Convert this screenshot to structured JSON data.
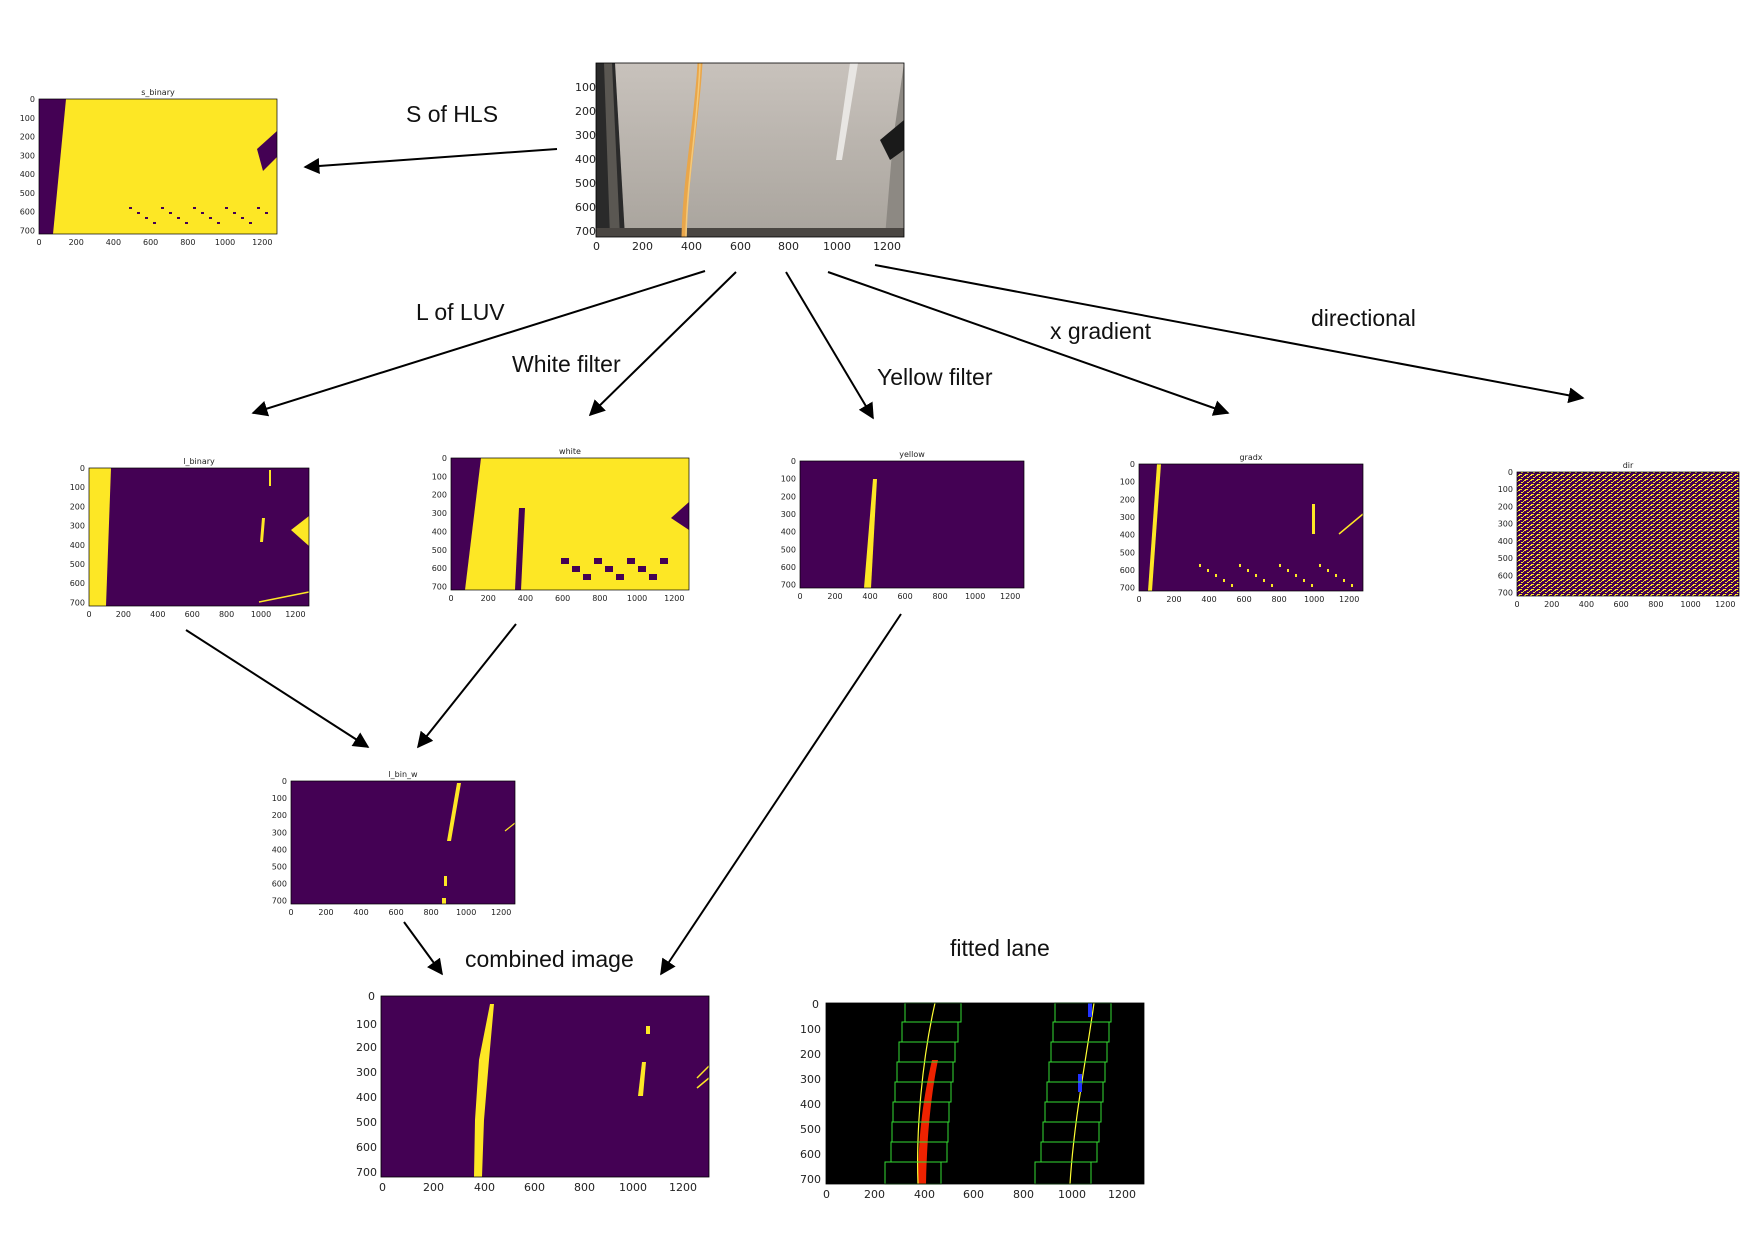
{
  "colors": {
    "purple": "#440154",
    "yellow": "#fde725",
    "arrow": "#000000",
    "window": "#33dd33",
    "left_lane": "#ee2200",
    "right_lane": "#2233ff",
    "fit_line": "#ffff33"
  },
  "labels": {
    "s_hls": "S of HLS",
    "l_luv": "L of LUV",
    "white_filter": "White filter",
    "yellow_filter": "Yellow filter",
    "x_gradient": "x gradient",
    "directional": "directional",
    "combined": "combined image",
    "fitted": "fitted lane"
  },
  "panels": {
    "s_binary": {
      "title": "s_binary"
    },
    "l_binary": {
      "title": "l_binary"
    },
    "white": {
      "title": "white"
    },
    "yellow": {
      "title": "yellow"
    },
    "gradx": {
      "title": "gradx"
    },
    "dir": {
      "title": "dir"
    },
    "l_bin_w": {
      "title": "l_bin_w"
    }
  },
  "axes": {
    "x_ticks": [
      "0",
      "200",
      "400",
      "600",
      "800",
      "1000",
      "1200"
    ],
    "y_ticks": [
      "0",
      "100",
      "200",
      "300",
      "400",
      "500",
      "600",
      "700"
    ]
  }
}
